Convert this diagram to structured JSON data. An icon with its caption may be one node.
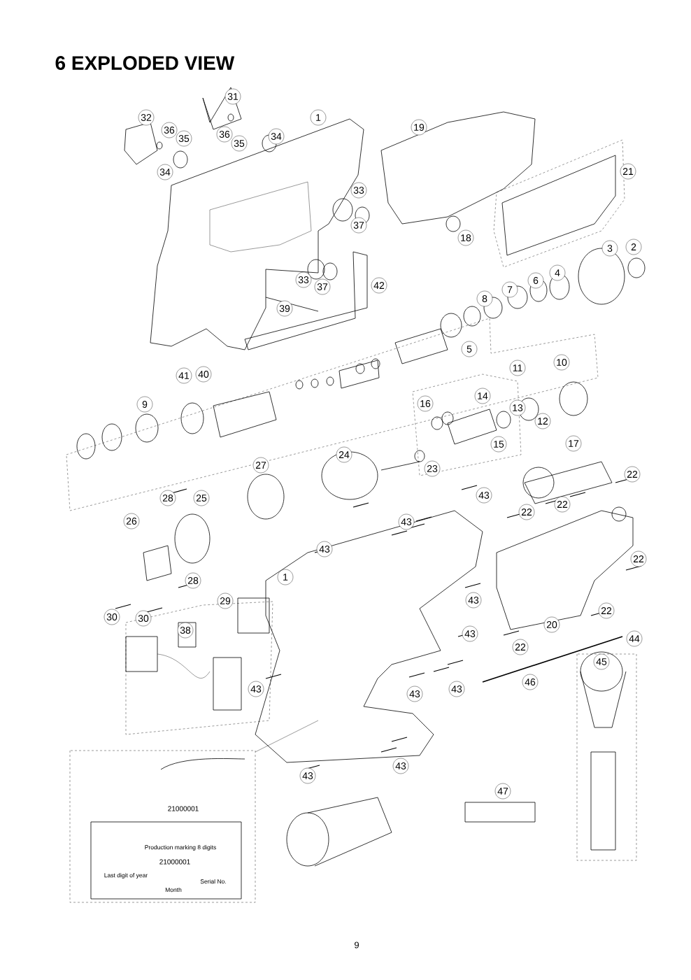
{
  "diagram": {
    "title": "6 EXPLODED VIEW",
    "labels": [
      "31",
      "32",
      "1",
      "34",
      "36",
      "35",
      "36",
      "35",
      "19",
      "34",
      "21",
      "33",
      "37",
      "18",
      "2",
      "3",
      "33",
      "37",
      "42",
      "4",
      "6",
      "7",
      "39",
      "8",
      "5",
      "41",
      "40",
      "11",
      "10",
      "9",
      "14",
      "16",
      "13",
      "12",
      "15",
      "17",
      "24",
      "27",
      "23",
      "22",
      "28",
      "25",
      "43",
      "22",
      "22",
      "43",
      "26",
      "43",
      "1",
      "22",
      "28",
      "43",
      "29",
      "22",
      "30",
      "30",
      "38",
      "20",
      "43",
      "44",
      "22",
      "45",
      "46",
      "43",
      "43",
      "43",
      "47",
      "43",
      "43",
      "21000001",
      "Production marking 8 digits",
      "21000001",
      "Last digit of year",
      "Month",
      "Serial No.",
      "9"
    ]
  }
}
